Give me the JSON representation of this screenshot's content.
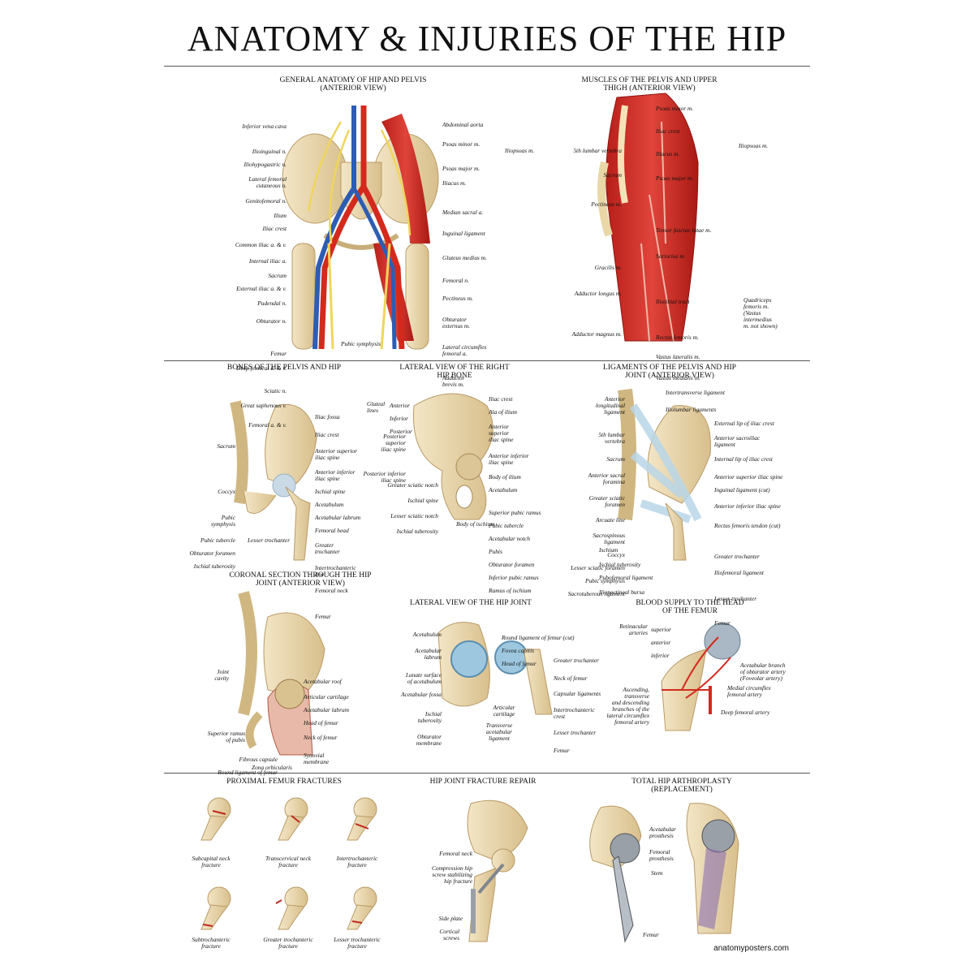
{
  "poster_title": "ANATOMY & INJURIES OF THE HIP",
  "footer": "anatomyposters.com",
  "panels": {
    "general": {
      "title": "GENERAL  ANATOMY OF HIP AND PELVIS\n(ANTERIOR VIEW)",
      "left_labels": [
        "Inferior vena cava",
        "Ilioinguinal n.",
        "Iliohypogastric n.",
        "Lateral femoral\ncutaneous n.",
        "Genitofemoral n.",
        "Ilium",
        "Iliac crest",
        "Common iliac a. & v.",
        "Internal iliac a.",
        "Sacrum",
        "External iliac a. & v.",
        "Pudendal n.",
        "Obturator n.",
        "Femur",
        "Deep femoral a. & v.",
        "Sciatic n.",
        "Great saphenous v.",
        "Femoral a. & v."
      ],
      "right_labels": [
        "Abdominal aorta",
        "Psoas minor m.",
        "Psoas major m.",
        "Iliacus m.",
        "Median sacral a.",
        "Inguinal ligament",
        "Gluteus medius m.",
        "Femoral n.",
        "Pectineus m.",
        "Obturator\nexternus m.",
        "Lateral circumflex\nfemoral a.",
        "Adductor\nbrevis m."
      ],
      "bracket_label": "Iliopsoas m.",
      "bottom_label": "Pubic symphysis"
    },
    "muscles": {
      "title": "MUSCLES OF THE PELVIS AND UPPER\nTHIGH  (ANTERIOR VIEW)",
      "left_labels": [
        "5th lumbar vertebra",
        "Sacrum",
        "Pectineus m.",
        "Gracilis m.",
        "Adductor longus m.",
        "Adductor magnus m."
      ],
      "right_labels": [
        "Psoas minor m.",
        "Iliac crest",
        "Iliacus m.",
        "Psoas major m.",
        "Tensor fasciae latae m.",
        "Sartorius m.",
        "Iliotibial tract",
        "Rectus femoris m.",
        "Vastus lateralis m.",
        "Vastus medialis m."
      ],
      "bracket_label_1": "Iliopsoas m.",
      "bracket_label_2": "Quadriceps\nfemoris m.\n(Vastus\nintermedius\nm. not shown)"
    },
    "bones": {
      "title": "BONES OF THE PELVIS AND HIP",
      "left_labels": [
        "Sacrum",
        "Coccyx",
        "Pubic\nsymphysis",
        "Pubic tubercle",
        "Obturator foramen",
        "Ischial tuberosity",
        "Lesser trochanter"
      ],
      "right_labels": [
        "Iliac fossa",
        "Iliac crest",
        "Anterior superior\niliac spine",
        "Anterior inferior\niliac spine",
        "Ischial spine",
        "Acetabulum",
        "Acetabular labrum",
        "Femoral head",
        "Greater\ntrochanter",
        "Intertrochanteric\nline",
        "Femoral neck",
        "Femur"
      ]
    },
    "lateral_bone": {
      "title": "LATERAL VIEW OF THE RIGHT\nHIP BONE",
      "left_labels": [
        "Anterior",
        "Inferior",
        "Posterior",
        "Posterior\nsuperior\niliac spine",
        "Posterior inferior\niliac spine",
        "Greater sciatic notch",
        "Ischial spine",
        "Lesser sciatic notch",
        "Ischial tuberosity"
      ],
      "gluteal_label": "Gluteal\nlines",
      "right_labels": [
        "Iliac crest",
        "Ala of ilium",
        "Anterior\nsuperior\niliac spine",
        "Anterior inferior\niliac spine",
        "Body of ilium",
        "Acetabulum",
        "Superior pubic ramus",
        "Pubic tubercle",
        "Acetabular notch",
        "Pubis",
        "Obturator foramen",
        "Inferior pubic ramus",
        "Ramus of ischium"
      ],
      "bottom_label": "Body of ischium"
    },
    "ligaments": {
      "title": "LIGAMENTS OF THE PELVIS AND HIP\nJOINT (ANTERIOR VIEW)",
      "left_labels": [
        "Anterior\nlongitudinal\nligament",
        "5th lumbar\nvertebra",
        "Sacrum",
        "Anterior sacral\nforamina",
        "Greater sciatic\nforamen",
        "Arcuate line",
        "Sacrospinous\nligament",
        "Coccyx",
        "Lesser sciatic foramen",
        "Pubic symphysis",
        "Sacrotuberous ligament",
        "Ischium",
        "Ischial tuberosity",
        "Pubofemoral ligament",
        "Iliopectineal bursa"
      ],
      "right_labels": [
        "Intertransverse ligament",
        "Iliolumbar ligaments",
        "External lip of iliac crest",
        "Anterior sacroiliac\nligament",
        "Internal lip of iliac crest",
        "Anterior superior iliac spine",
        "Inguinal ligament (cut)",
        "Anterior inferior iliac spine",
        "Rectus femoris tendon (cut)",
        "Greater trochanter",
        "Iliofemoral ligament",
        "Lesser trochanter",
        "Femur"
      ]
    },
    "coronal": {
      "title": "CORONAL SECTION THROUGH THE HIP\nJOINT (ANTERIOR VIEW)",
      "left_labels": [
        "Joint\ncavity",
        "Superior ramus\nof pubis",
        "Fibrous capsule",
        "Round ligament of femur",
        "Zona orbicularis"
      ],
      "right_labels": [
        "Acetabular roof",
        "Articular cartilage",
        "Acetabular labrum",
        "Head of femur",
        "Neck of femur",
        "Synovial\nmembrane"
      ]
    },
    "lateral_joint": {
      "title": "LATERAL VIEW OF THE HIP JOINT",
      "left_labels": [
        "Acetabulum",
        "Acetabular\nlabrum",
        "Lunate surface\nof acetabulum",
        "Acetabular fossa",
        "Ischial\ntuberosity",
        "Obturator\nmembrane"
      ],
      "right_labels": [
        "Round ligament of femur (cut)",
        "Fovea capitis",
        "Head of femur",
        "Greater trochanter",
        "Neck of femur",
        "Capsular ligaments",
        "Intertrochanteric\ncrest",
        "Lesser trochanter",
        "Femur"
      ],
      "bottom_labels": [
        "Articular\ncartilage",
        "Transverse\nacetabular\nligament"
      ]
    },
    "blood": {
      "title": "BLOOD SUPPLY TO THE HEAD\nOF THE FEMUR",
      "left_labels": [
        "Retinacular\narteries",
        "Ascending,\ntransverse\nand descending\nbranches of the\nlateral circumflex\nfemoral artery"
      ],
      "bracket_items": [
        "superior",
        "anterior",
        "inferior"
      ],
      "right_labels": [
        "Acetabular branch\nof obturator artery\n(Foveolar artery)",
        "Medial circumflex\nfemoral artery",
        "Deep femoral artery"
      ]
    },
    "fractures": {
      "title": "PROXIMAL FEMUR FRACTURES",
      "captions": [
        "Subcapital neck\nfracture",
        "Transcervical neck\nfracture",
        "Intertrochanteric\nfracture",
        "Subtrochanteric\nfracture",
        "Greater trochanteric\nfracture",
        "Lesser trochanteric\nfracture"
      ]
    },
    "repair": {
      "title": "HIP JOINT FRACTURE REPAIR",
      "labels": [
        "Femoral neck",
        "Compression hip\nscrew stabilizing\nhip fracture",
        "Side plate",
        "Cortical\nscrews"
      ]
    },
    "arthroplasty": {
      "title": "TOTAL HIP ARTHROPLASTY\n(REPLACEMENT)",
      "labels": [
        "Acetabular\nprosthesis",
        "Femoral\nprosthesis",
        "Stem",
        "Femur"
      ]
    }
  },
  "colors": {
    "bone": "#e8d6ad",
    "bone_dark": "#c9ae7a",
    "muscle": "#cc2b25",
    "artery": "#d42a1e",
    "vein": "#2d5db3",
    "nerve": "#f0d55a",
    "ligament": "#b9d6e8",
    "metal": "#9aa0a8"
  }
}
